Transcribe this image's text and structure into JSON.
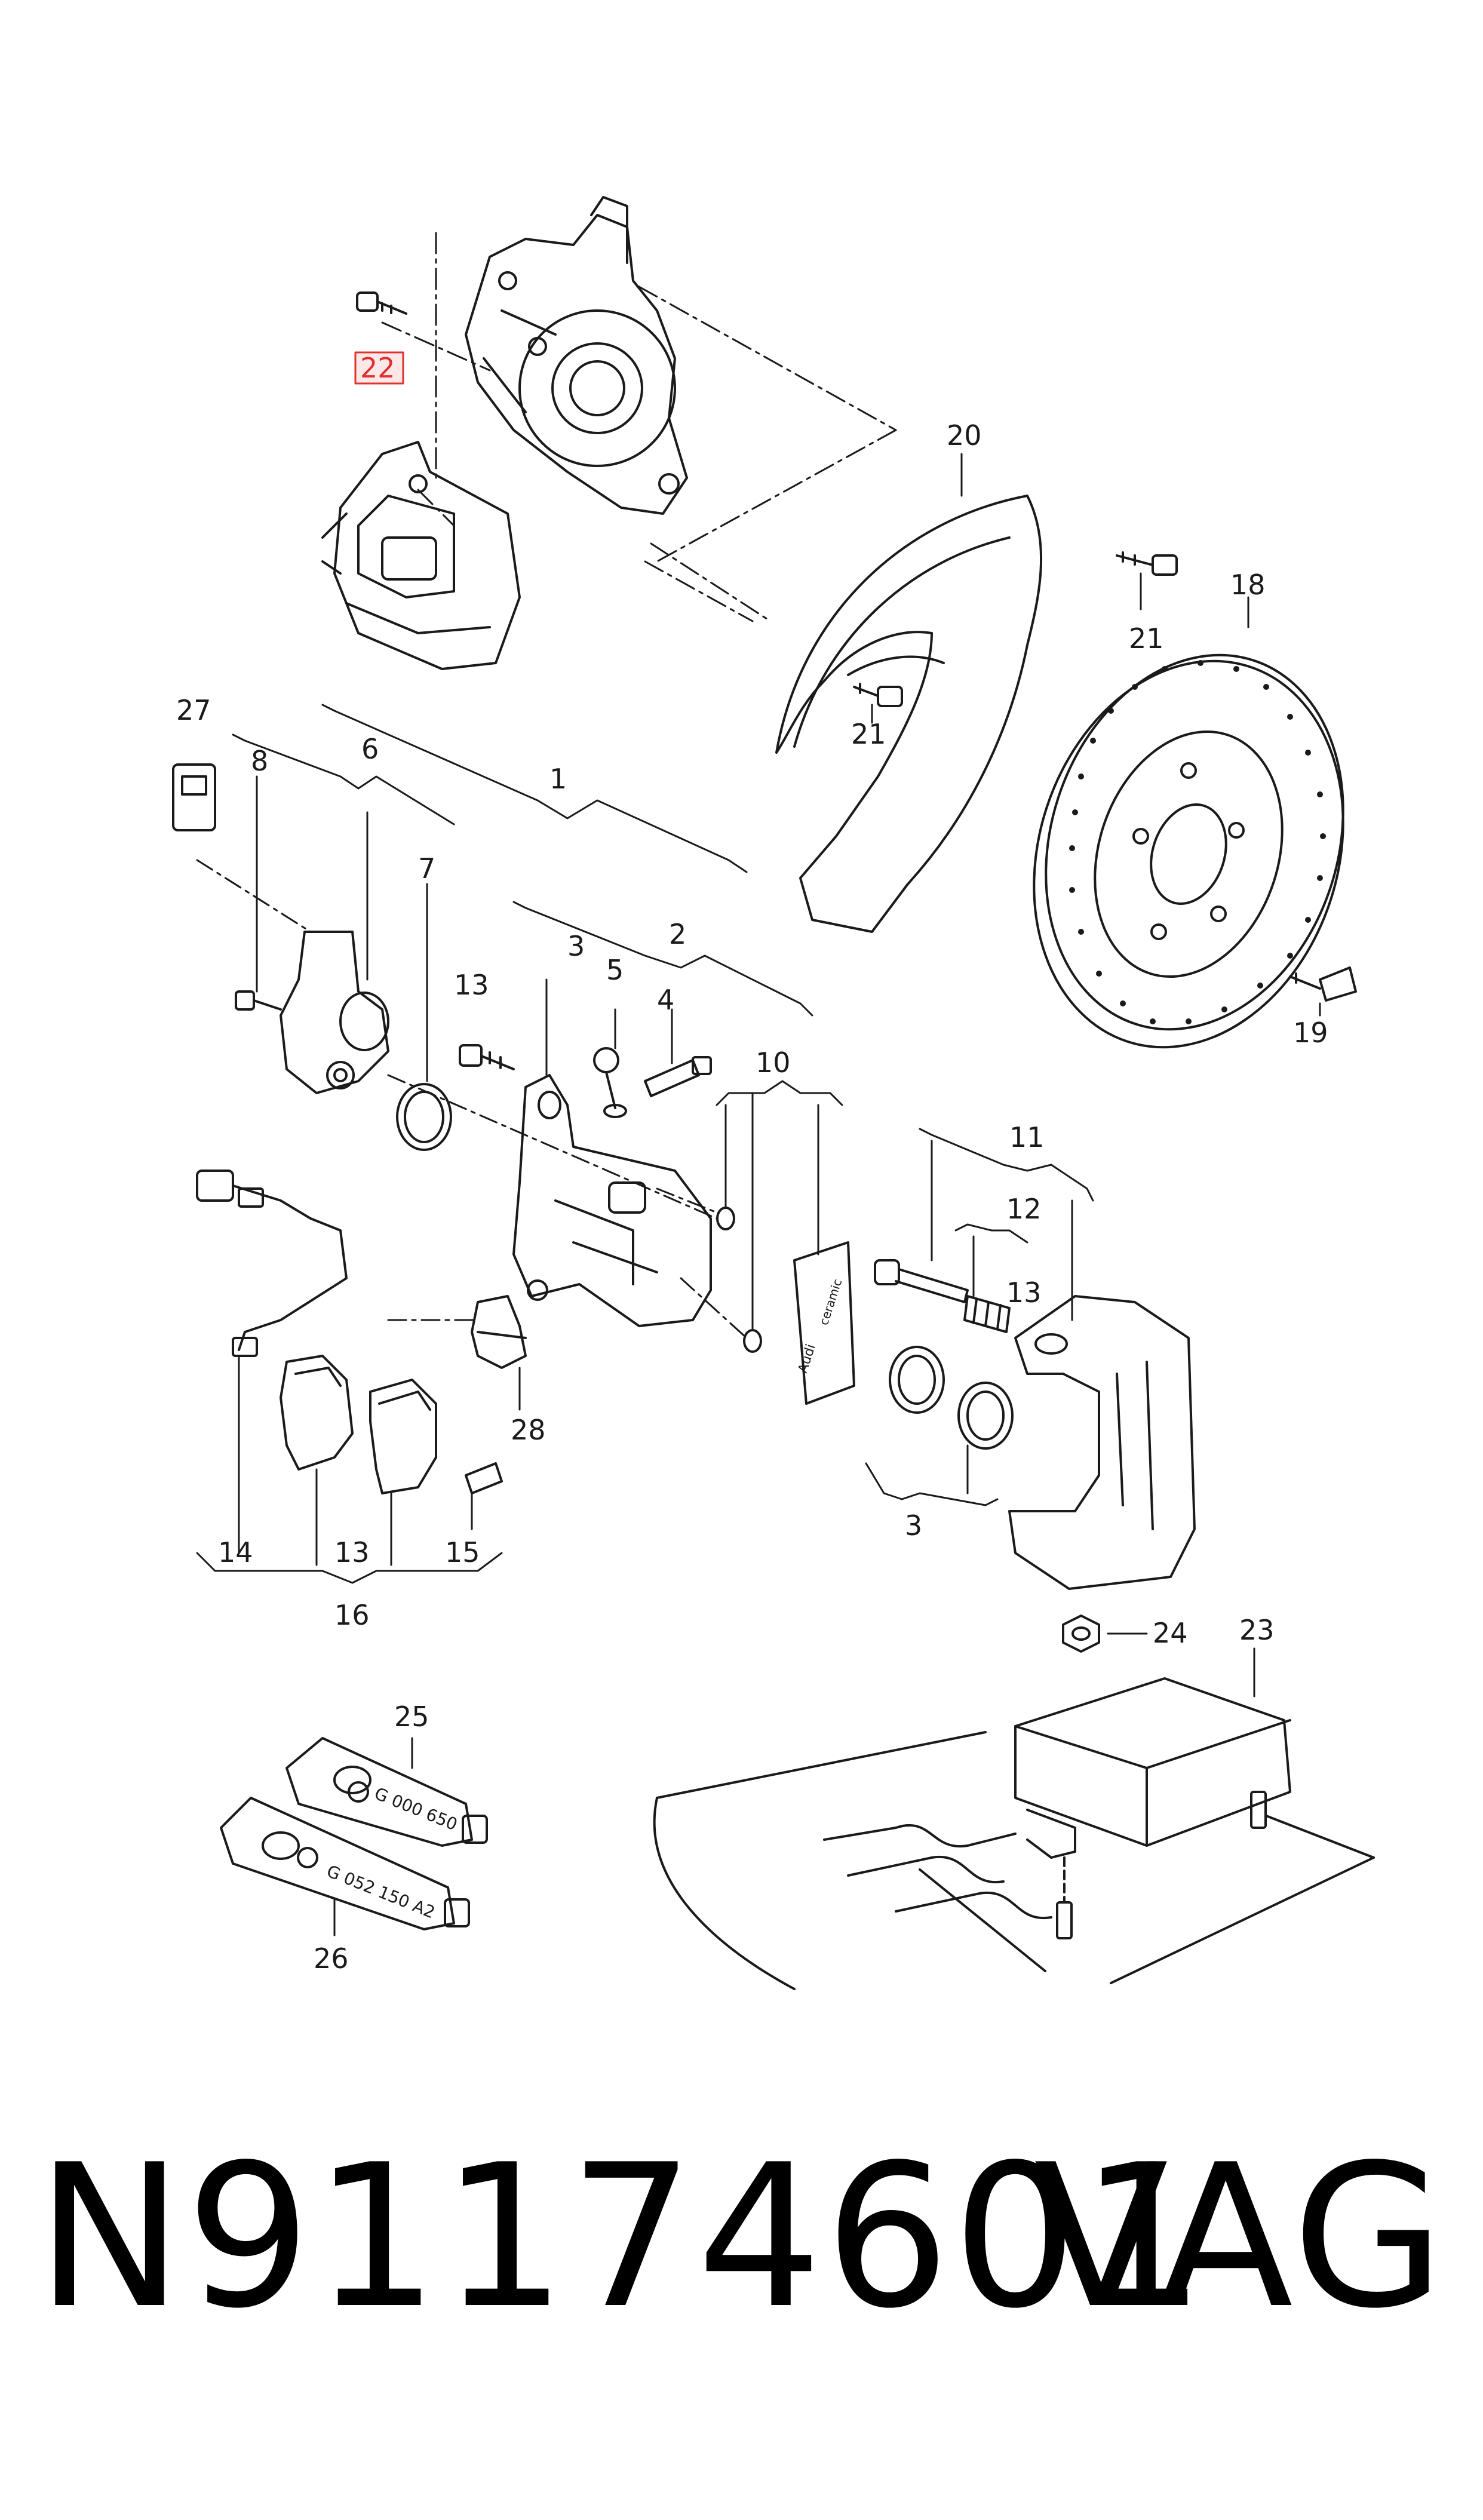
{
  "callouts": {
    "c1": "1",
    "c2": "2",
    "c3a": "3",
    "c3b": "3",
    "c4": "4",
    "c5": "5",
    "c6": "6",
    "c7": "7",
    "c8": "8",
    "c10": "10",
    "c11": "11",
    "c12": "12",
    "c13a": "13",
    "c13b": "13",
    "c13c": "13",
    "c14": "14",
    "c15": "15",
    "c16": "16",
    "c18": "18",
    "c19": "19",
    "c20": "20",
    "c21a": "21",
    "c21b": "21",
    "c22": "22",
    "c23": "23",
    "c24": "24",
    "c25": "25",
    "c26": "26",
    "c27": "27",
    "c28": "28"
  },
  "labels": {
    "pad_text": "ceramic",
    "pad_brand": "Audi",
    "tube1_code": "G 000 650",
    "tube2_code": "G 052 150 A2"
  },
  "highlight": {
    "color": "#e03030",
    "fill": "#fde8e8"
  },
  "footer": {
    "part_number": "N91174601",
    "brand": "VAG"
  }
}
